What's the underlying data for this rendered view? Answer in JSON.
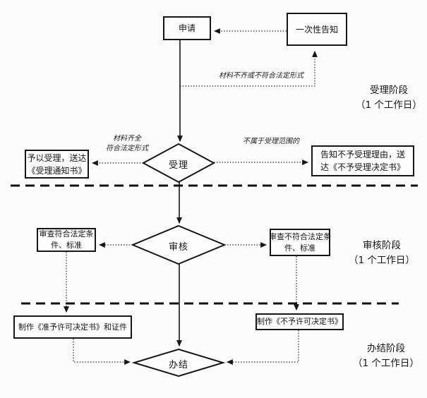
{
  "page": {
    "background": "#fcfcfc",
    "ink": "#161616",
    "type": "flowchart"
  },
  "nodes": {
    "apply": {
      "label": "申请"
    },
    "one_time_notice": {
      "label": "一次性告知"
    },
    "accept_diamond": {
      "label": "受理"
    },
    "review_diamond": {
      "label": "审核"
    },
    "complete_diamond": {
      "label": "办结"
    },
    "accept_notice": {
      "lines": [
        "予以受理，送达",
        "《受理通知书》"
      ]
    },
    "reject_notice": {
      "lines": [
        "告知不予受理理由，送",
        "达《不予受理决定书》"
      ]
    },
    "review_pass": {
      "lines": [
        "审查符合法定条",
        "件、标准"
      ]
    },
    "review_fail": {
      "lines": [
        "审查不符合法定条",
        "件、标准"
      ]
    },
    "make_permit": {
      "label": "制作《准予许可决定书》和证件"
    },
    "make_denial": {
      "label": "制作《不予许可决定书》"
    }
  },
  "annotations": {
    "materials_incomplete": "材料不齐或不符合法定形式",
    "materials_complete": {
      "lines": [
        "材料齐全",
        "符合法定形式"
      ]
    },
    "not_in_scope": "不属于受理范围的"
  },
  "stages": {
    "accept": {
      "lines": [
        "受理阶段",
        "（1 个工作日）"
      ]
    },
    "review": {
      "lines": [
        "审核阶段",
        "（1 个工作日）"
      ]
    },
    "complete": {
      "lines": [
        "办结阶段",
        "（1 个工作日）"
      ]
    }
  }
}
